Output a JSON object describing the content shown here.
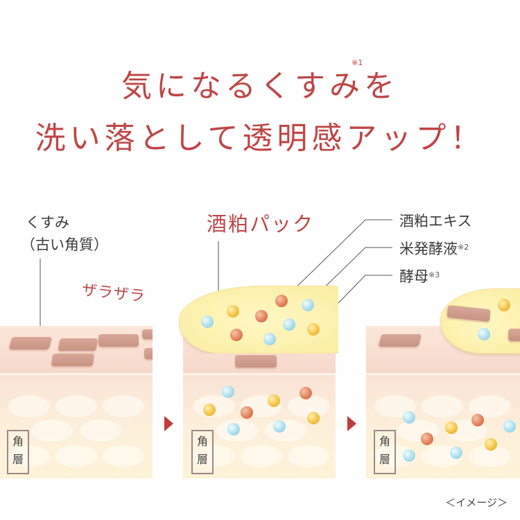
{
  "headline": {
    "line1": "気になるくすみを",
    "line1_note": "※1",
    "line2": "洗い落として透明感アップ！",
    "color": "#c04545"
  },
  "panels": [
    {
      "id": "before",
      "label_line1": "くすみ",
      "label_line2": "（古い角質）",
      "effect_label": "ザラザラ",
      "layer_label_1": "角",
      "layer_label_2": "層"
    },
    {
      "id": "pack",
      "title": "酒粕パック",
      "layer_label_1": "角",
      "layer_label_2": "層"
    },
    {
      "id": "after",
      "layer_label_1": "角",
      "layer_label_2": "層"
    }
  ],
  "ingredients": [
    {
      "name": "酒粕エキス",
      "note": "",
      "color": "orange"
    },
    {
      "name": "米発酵液",
      "note": "※2",
      "color": "blue"
    },
    {
      "name": "酵母",
      "note": "※3",
      "color": "yellow"
    }
  ],
  "caption": "＜イメージ＞",
  "colors": {
    "accent_red": "#c04545",
    "arrow_red": "#c43a3a",
    "ingredient_orange": "#e27a55",
    "ingredient_blue": "#a6dcea",
    "ingredient_yellow": "#f3c040",
    "pack_yellow": "#fbeea0"
  }
}
